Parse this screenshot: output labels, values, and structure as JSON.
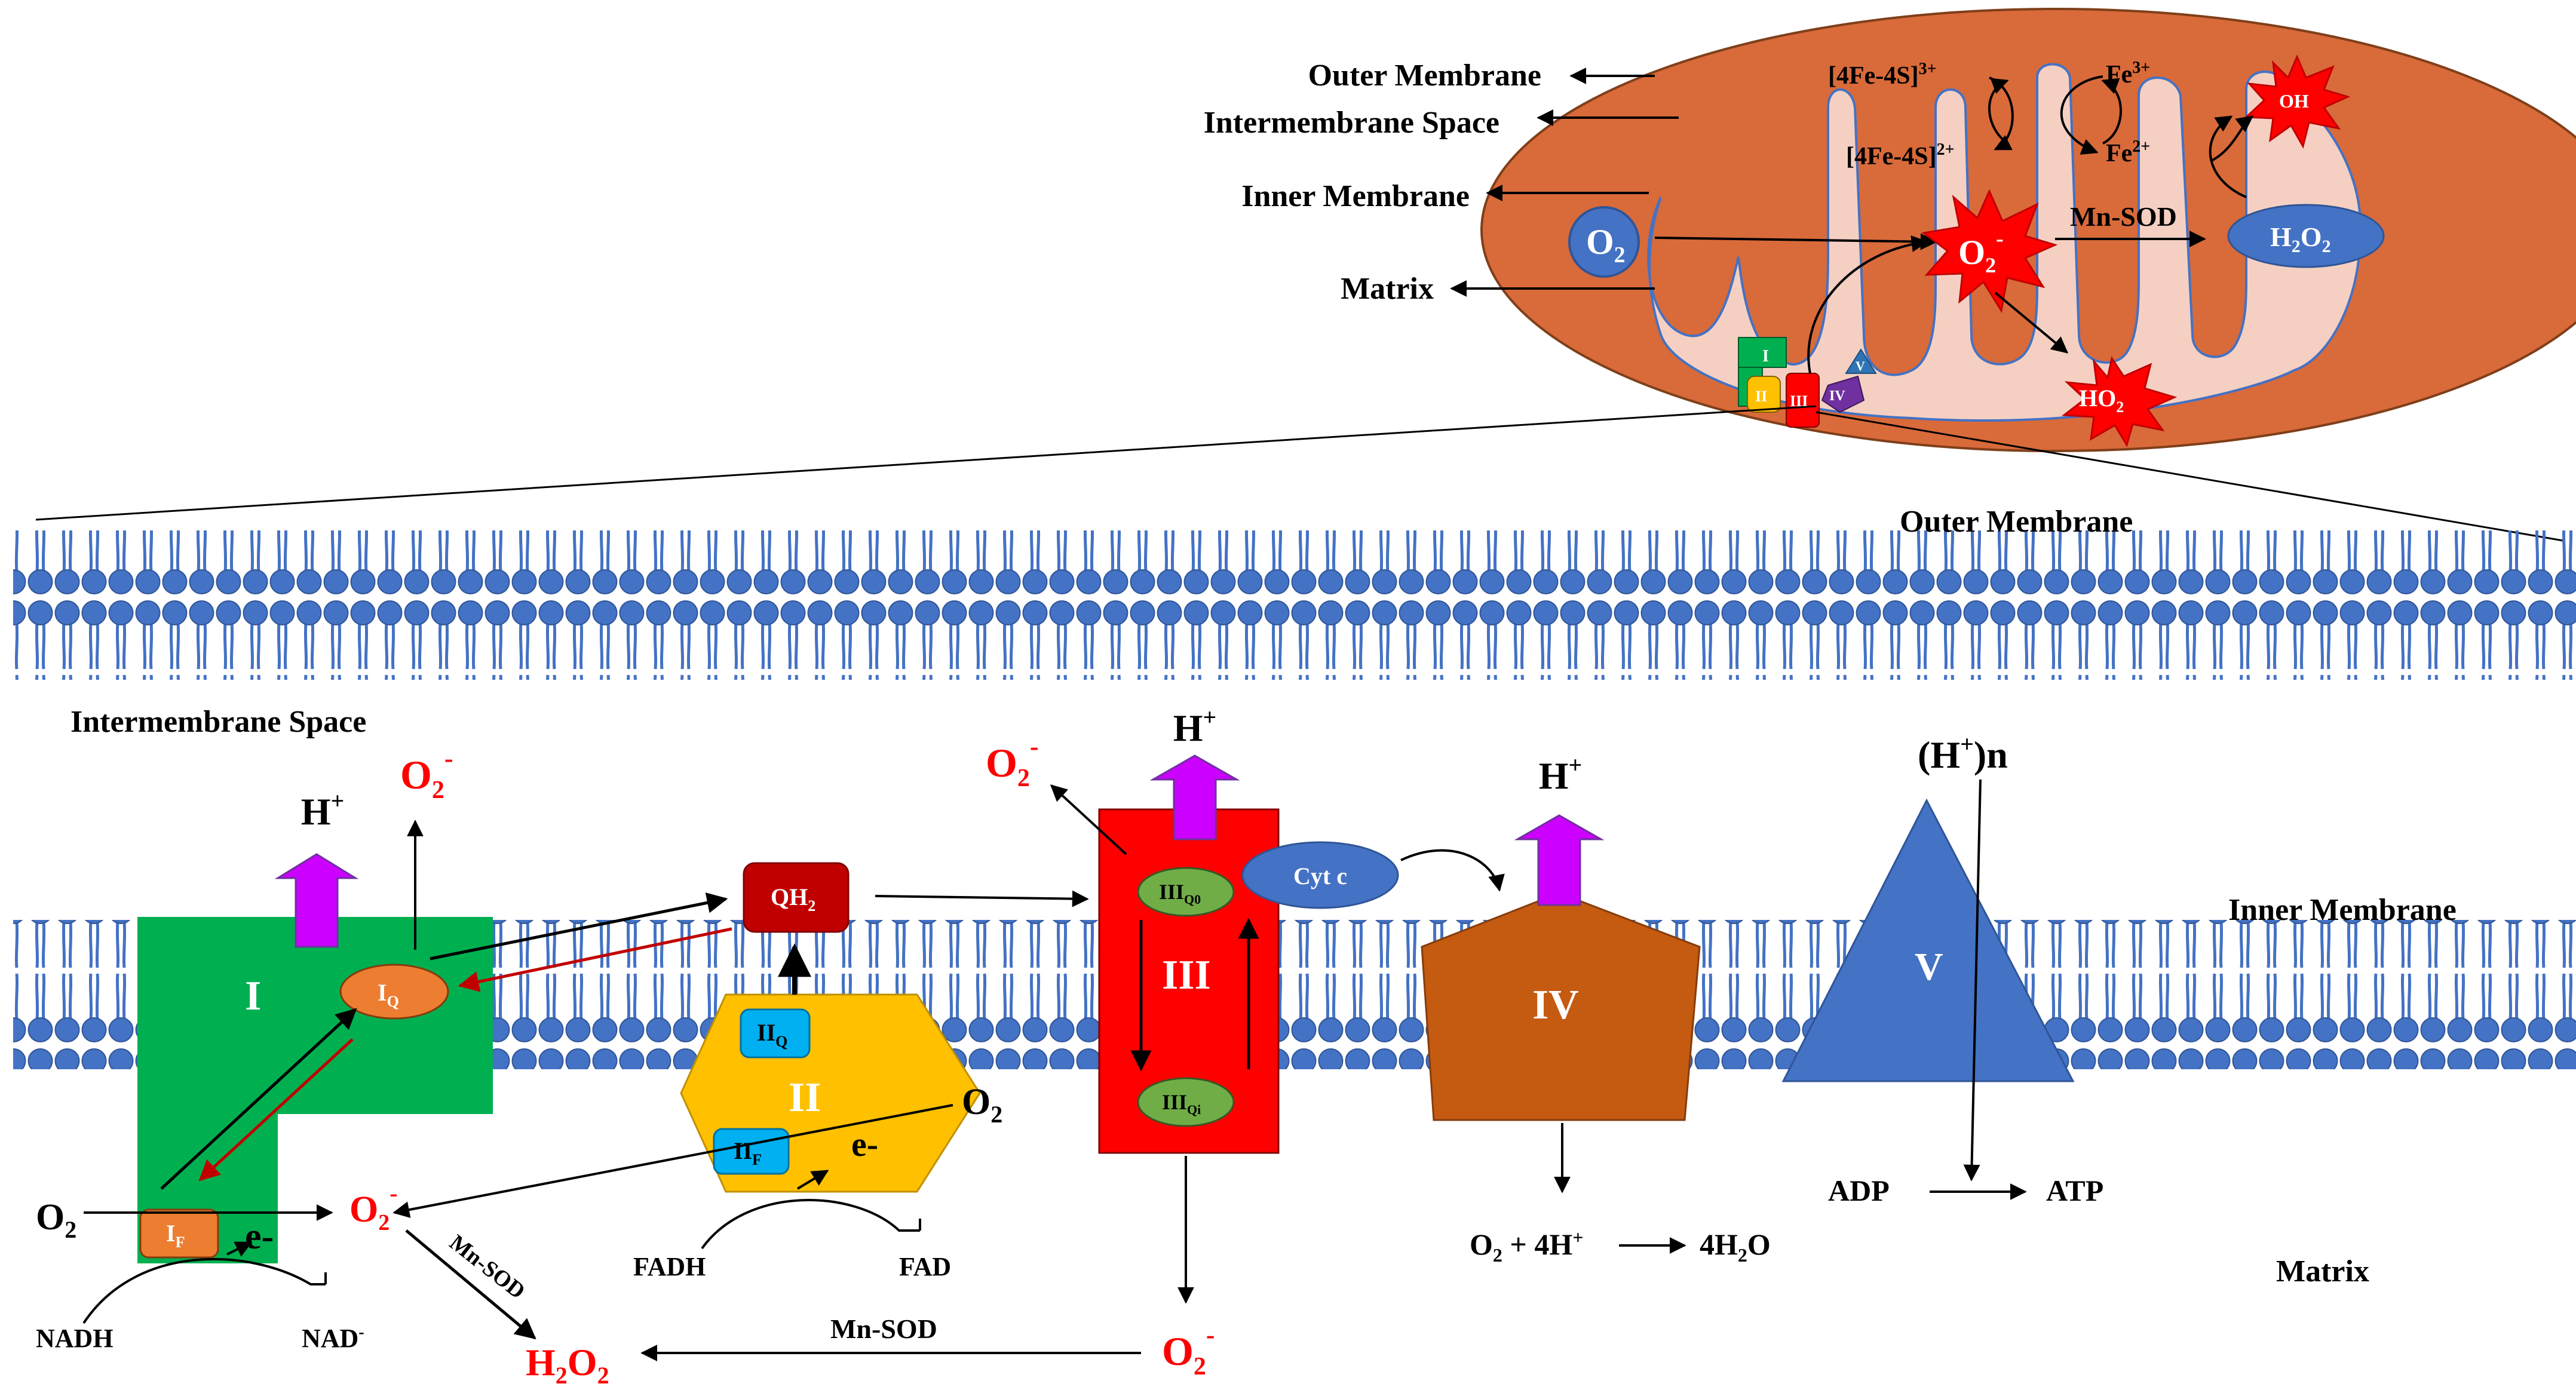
{
  "mito": {
    "outer_membrane": "Outer Membrane",
    "intermembrane_space": "Intermembrane Space",
    "inner_membrane": "Inner Membrane",
    "matrix": "Matrix",
    "o2": "O",
    "o2_sub": "2",
    "superoxide": "O",
    "superoxide_sub": "2",
    "superoxide_sup": "-",
    "fes_ox": "[4Fe-4S]",
    "fes_ox_sup": "3+",
    "fes_red": "[4Fe-4S]",
    "fes_red_sup": "2+",
    "fe3": "Fe",
    "fe3_sup": "3+",
    "fe2": "Fe",
    "fe2_sup": "2+",
    "oh": "OH",
    "mnsod": "Mn-SOD",
    "h2o2_a": "H",
    "h2o2_sub1": "2",
    "h2o2_b": "O",
    "h2o2_sub2": "2",
    "ho2_a": "HO",
    "ho2_sub": "2",
    "mini_complexes": [
      "I",
      "II",
      "III",
      "IV",
      "V"
    ]
  },
  "membrane": {
    "outer_label": "Outer Membrane",
    "intermembrane_label": "Intermembrane Space",
    "inner_label": "Inner Membrane",
    "matrix_label": "Matrix"
  },
  "complex_I": {
    "label": "I",
    "iq": "I",
    "iq_sub": "Q",
    "if": "I",
    "if_sub": "F",
    "e": "e-",
    "h": "H",
    "h_sup": "+",
    "o2sup": "O",
    "o2sup_sub": "2",
    "o2sup_sup": "-",
    "o2_in": "O",
    "o2_in_sub": "2",
    "o2_out": "O",
    "o2_out_sub": "2",
    "o2_out_sup": "-",
    "nadh": "NADH",
    "nad": "NAD",
    "nad_sup": "-",
    "mnsod": "Mn-SOD",
    "h2o2_a": "H",
    "h2o2_sub1": "2",
    "h2o2_b": "O",
    "h2o2_sub2": "2"
  },
  "complex_II": {
    "label": "II",
    "iiq": "II",
    "iiq_sub": "Q",
    "iif": "II",
    "iif_sub": "F",
    "e": "e-",
    "qh2": "QH",
    "qh2_sub": "2",
    "o2": "O",
    "o2_sub": "2",
    "fadh": "FADH",
    "fad": "FAD"
  },
  "complex_III": {
    "label": "III",
    "iiiq0": "III",
    "iiiq0_sub": "Q0",
    "iiiqi": "III",
    "iiiqi_sub": "Qi",
    "cytc": "Cyt c",
    "h": "H",
    "h_sup": "+",
    "o2top": "O",
    "o2top_sub": "2",
    "o2top_sup": "-",
    "o2bot": "O",
    "o2bot_sub": "2",
    "o2bot_sup": "-",
    "mnsod": "Mn-SOD"
  },
  "complex_IV": {
    "label": "IV",
    "h": "H",
    "h_sup": "+",
    "rx_a": "O",
    "rx_a_sub": "2",
    "rx_b": " + 4H",
    "rx_b_sup": "+",
    "rx_c": "4H",
    "rx_c_sub": "2",
    "rx_d": "O"
  },
  "complex_V": {
    "label": "V",
    "hn_a": "(H",
    "hn_sup": "+",
    "hn_b": ")n",
    "adp": "ADP",
    "atp": "ATP"
  },
  "colors": {
    "mito_fill": "#D96A3A",
    "mito_inner": "#F5D0C2",
    "lipid": "#4472C4",
    "complex_I": "#00B050",
    "complex_II": "#FFC000",
    "complex_III": "#FF0000",
    "complex_IV": "#C55A11",
    "complex_V": "#4472C4",
    "proton_arrow": "#CC00FF",
    "ros_red": "#FF0000",
    "site_orange": "#ED7D31",
    "site_blue": "#00B0F0",
    "site_green": "#70AD47",
    "qh2_box": "#C00000"
  }
}
